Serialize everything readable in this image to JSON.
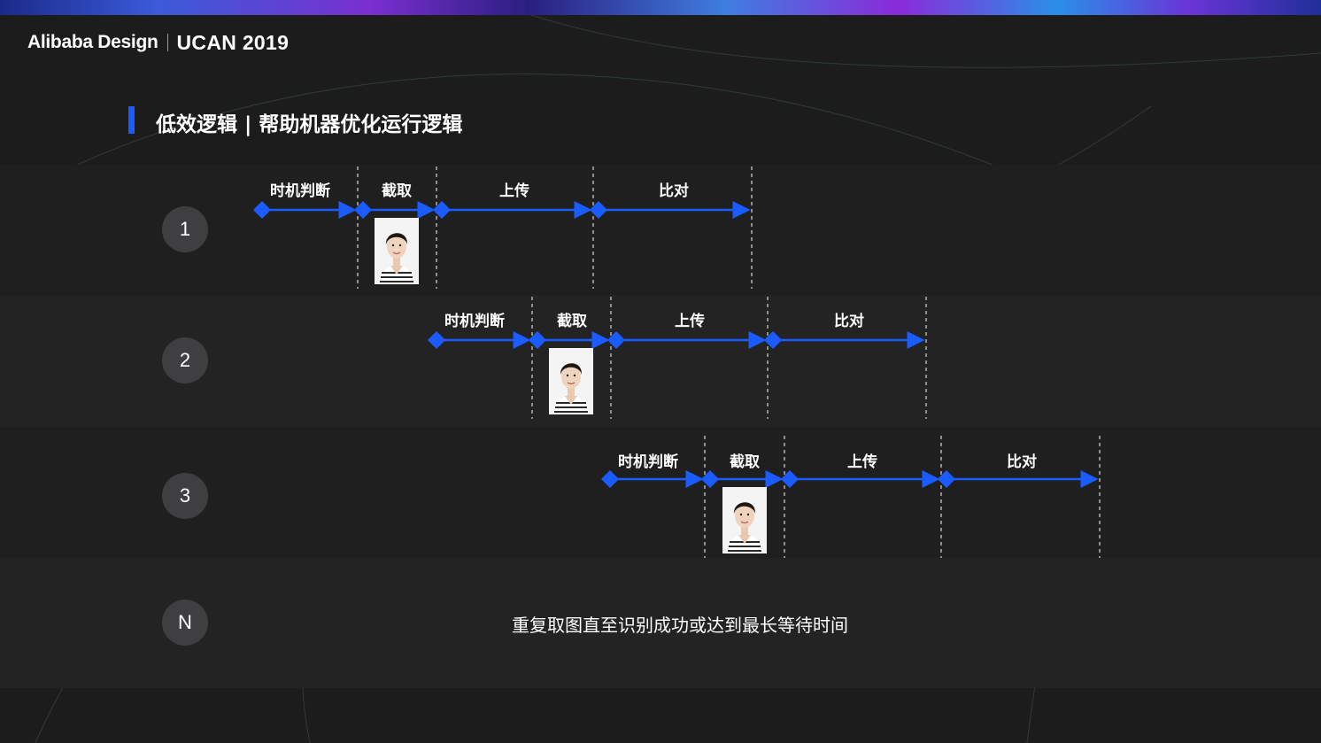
{
  "brand": {
    "left": "Alibaba Design",
    "right": "UCAN 2019"
  },
  "title": "低效逻辑 | 帮助机器优化运行逻辑",
  "steps": [
    "时机判断",
    "截取",
    "上传",
    "比对"
  ],
  "rows": [
    {
      "badge": "1"
    },
    {
      "badge": "2"
    },
    {
      "badge": "3"
    },
    {
      "badge": "N",
      "text": "重复取图直至识别成功或达到最长等待时间"
    }
  ],
  "colors": {
    "accent": "#1a5cff",
    "badge": "#3f3f41",
    "band_alt": "#232324"
  }
}
